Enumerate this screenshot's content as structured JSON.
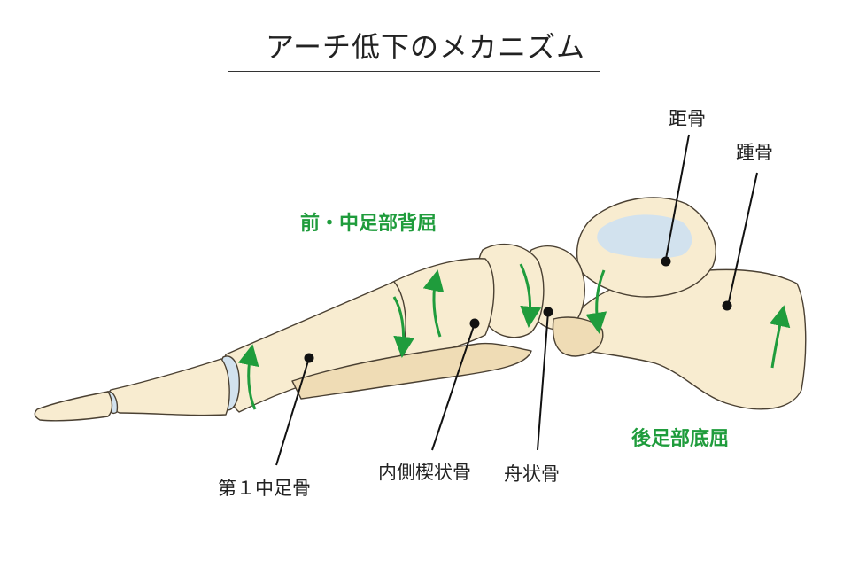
{
  "title": "アーチ低下のメカニズム",
  "colors": {
    "bone_fill": "#f8ecd0",
    "bone_shade": "#efdcb5",
    "bone_outline": "#4a4032",
    "cartilage": "#d2e2ee",
    "arrow": "#1f9c3c",
    "leader": "#111111"
  },
  "labels": {
    "talus": "距骨",
    "calcaneus": "踵骨",
    "first_metatarsal": "第１中足骨",
    "medial_cuneiform": "内側楔状骨",
    "navicular": "舟状骨"
  },
  "motions": {
    "forefoot_dorsiflexion": "前・中足部背屈",
    "rearfoot_plantarflexion": "後足部底屈"
  }
}
